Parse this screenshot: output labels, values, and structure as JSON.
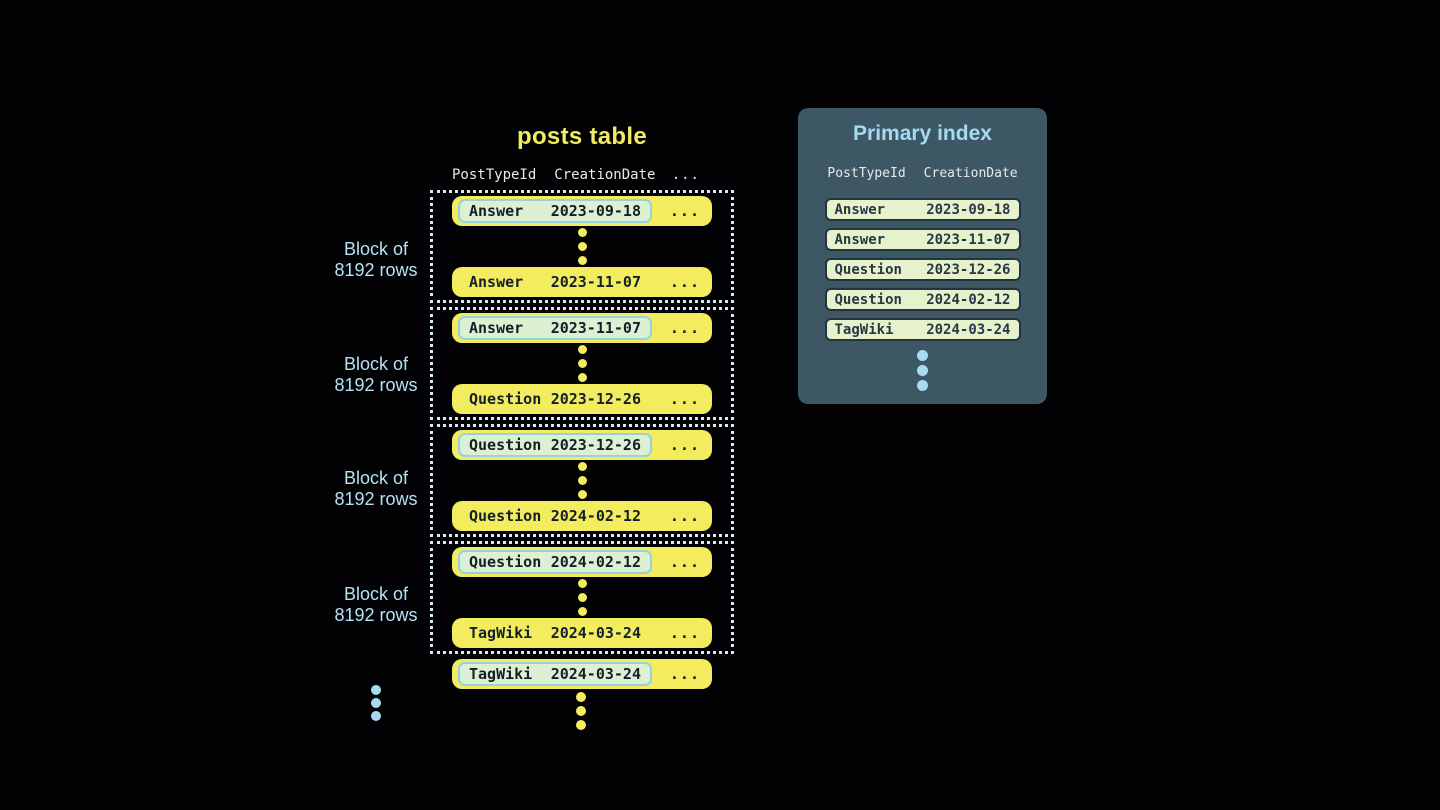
{
  "posts_table": {
    "title": "posts table",
    "columns": {
      "col1": "PostTypeId",
      "col2": "CreationDate",
      "more": "..."
    },
    "block_label": {
      "line1": "Block of",
      "line2": "8192 rows"
    },
    "blocks": [
      {
        "first": {
          "type": "Answer",
          "date": "2023-09-18"
        },
        "last": {
          "type": "Answer",
          "date": "2023-11-07"
        }
      },
      {
        "first": {
          "type": "Answer",
          "date": "2023-11-07"
        },
        "last": {
          "type": "Question",
          "date": "2023-12-26"
        }
      },
      {
        "first": {
          "type": "Question",
          "date": "2023-12-26"
        },
        "last": {
          "type": "Question",
          "date": "2024-02-12"
        }
      },
      {
        "first": {
          "type": "Question",
          "date": "2024-02-12"
        },
        "last": {
          "type": "TagWiki",
          "date": "2024-03-24"
        }
      }
    ],
    "tail_row": {
      "type": "TagWiki",
      "date": "2024-03-24"
    },
    "ellipsis": "..."
  },
  "primary_index": {
    "title": "Primary index",
    "columns": {
      "col1": "PostTypeId",
      "col2": "CreationDate"
    },
    "rows": [
      {
        "type": "Answer",
        "date": "2023-09-18"
      },
      {
        "type": "Answer",
        "date": "2023-11-07"
      },
      {
        "type": "Question",
        "date": "2023-12-26"
      },
      {
        "type": "Question",
        "date": "2024-02-12"
      },
      {
        "type": "TagWiki",
        "date": "2024-03-24"
      }
    ]
  },
  "colors": {
    "background": "#020204",
    "row_yellow": "#f3ec5e",
    "row_text": "#131f29",
    "highlight_fill": "#def0d2",
    "highlight_border": "#92d2e2",
    "block_border": "#d6ebf5",
    "label_blue": "#b5e2f3",
    "panel_bg": "#3e5765",
    "panel_title_blue": "#a6daf0",
    "index_pill_fill": "#e6f2cb",
    "index_pill_border": "#24343f",
    "header_text": "#e9ebe4"
  }
}
